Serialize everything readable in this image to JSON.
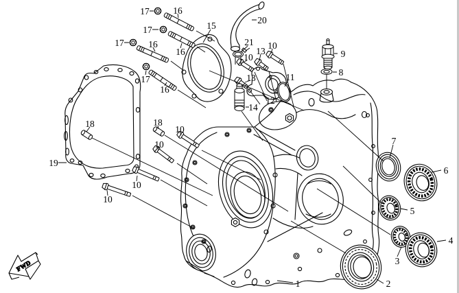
{
  "figure": {
    "type": "exploded-parts-diagram",
    "background_color": "#ffffff",
    "line_color": "#000000",
    "right_border_color": "#c8c8c8",
    "part_numbers_visible": [
      "1",
      "2",
      "3",
      "4",
      "5",
      "6",
      "7",
      "8",
      "9",
      "10",
      "11",
      "12",
      "13",
      "14",
      "15",
      "16",
      "17",
      "18",
      "19",
      "20",
      "21"
    ]
  },
  "fwd_marker": {
    "label": "FWD"
  },
  "callouts": [
    {
      "label": "17"
    },
    {
      "label": "16"
    },
    {
      "label": "15"
    },
    {
      "label": "17"
    },
    {
      "label": "16"
    },
    {
      "label": "17"
    },
    {
      "label": "16"
    },
    {
      "label": "17"
    },
    {
      "label": "16"
    },
    {
      "label": "18"
    },
    {
      "label": "18"
    },
    {
      "label": "10"
    },
    {
      "label": "10"
    },
    {
      "label": "10"
    },
    {
      "label": "10"
    },
    {
      "label": "19"
    },
    {
      "label": "20"
    },
    {
      "label": "21"
    },
    {
      "label": "10"
    },
    {
      "label": "13"
    },
    {
      "label": "10"
    },
    {
      "label": "13"
    },
    {
      "label": "11"
    },
    {
      "label": "12"
    },
    {
      "label": "14"
    },
    {
      "label": "9"
    },
    {
      "label": "8"
    },
    {
      "label": "7"
    },
    {
      "label": "6"
    },
    {
      "label": "5"
    },
    {
      "label": "4"
    },
    {
      "label": "3"
    },
    {
      "label": "2"
    },
    {
      "label": "1"
    }
  ]
}
